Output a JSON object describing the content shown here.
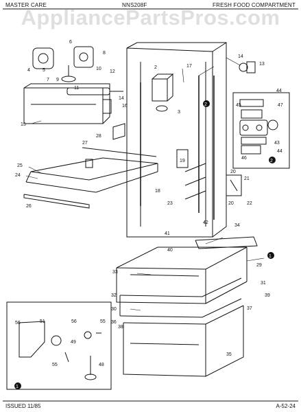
{
  "header": {
    "left": "MASTER CARE",
    "center": "NNS208F",
    "right": "FRESH FOOD COMPARTMENT"
  },
  "watermark": "AppliancePartsPros.com",
  "footer": {
    "left": "ISSUED 11/85",
    "right": "A-52-24"
  },
  "callouts": {
    "c1": "1",
    "c2": "2",
    "c3": "3",
    "c4": "4",
    "c5": "5",
    "c6": "6",
    "c7": "7",
    "c8": "8",
    "c9": "9",
    "c10": "10",
    "c11": "11",
    "c12": "12",
    "c13": "13",
    "c14": "14",
    "c15": "15",
    "c16": "16",
    "c17": "17",
    "c18": "18",
    "c19": "19",
    "c20": "20",
    "c21": "21",
    "c22": "22",
    "c23": "23",
    "c24": "24",
    "c25": "25",
    "c26": "26",
    "c27": "27",
    "c28": "28",
    "c29": "29",
    "c30": "30",
    "c31": "31",
    "c32": "32",
    "c33": "33",
    "c34": "34",
    "c35": "35",
    "c36": "36",
    "c37": "37",
    "c38": "38",
    "c39": "39",
    "c40": "40",
    "c41": "41",
    "c42": "42",
    "c43": "43",
    "c44": "44",
    "c45": "45",
    "c46": "46",
    "c47": "47",
    "c48": "48",
    "c49": "49",
    "c51": "51",
    "c55": "55",
    "c56": "56"
  }
}
